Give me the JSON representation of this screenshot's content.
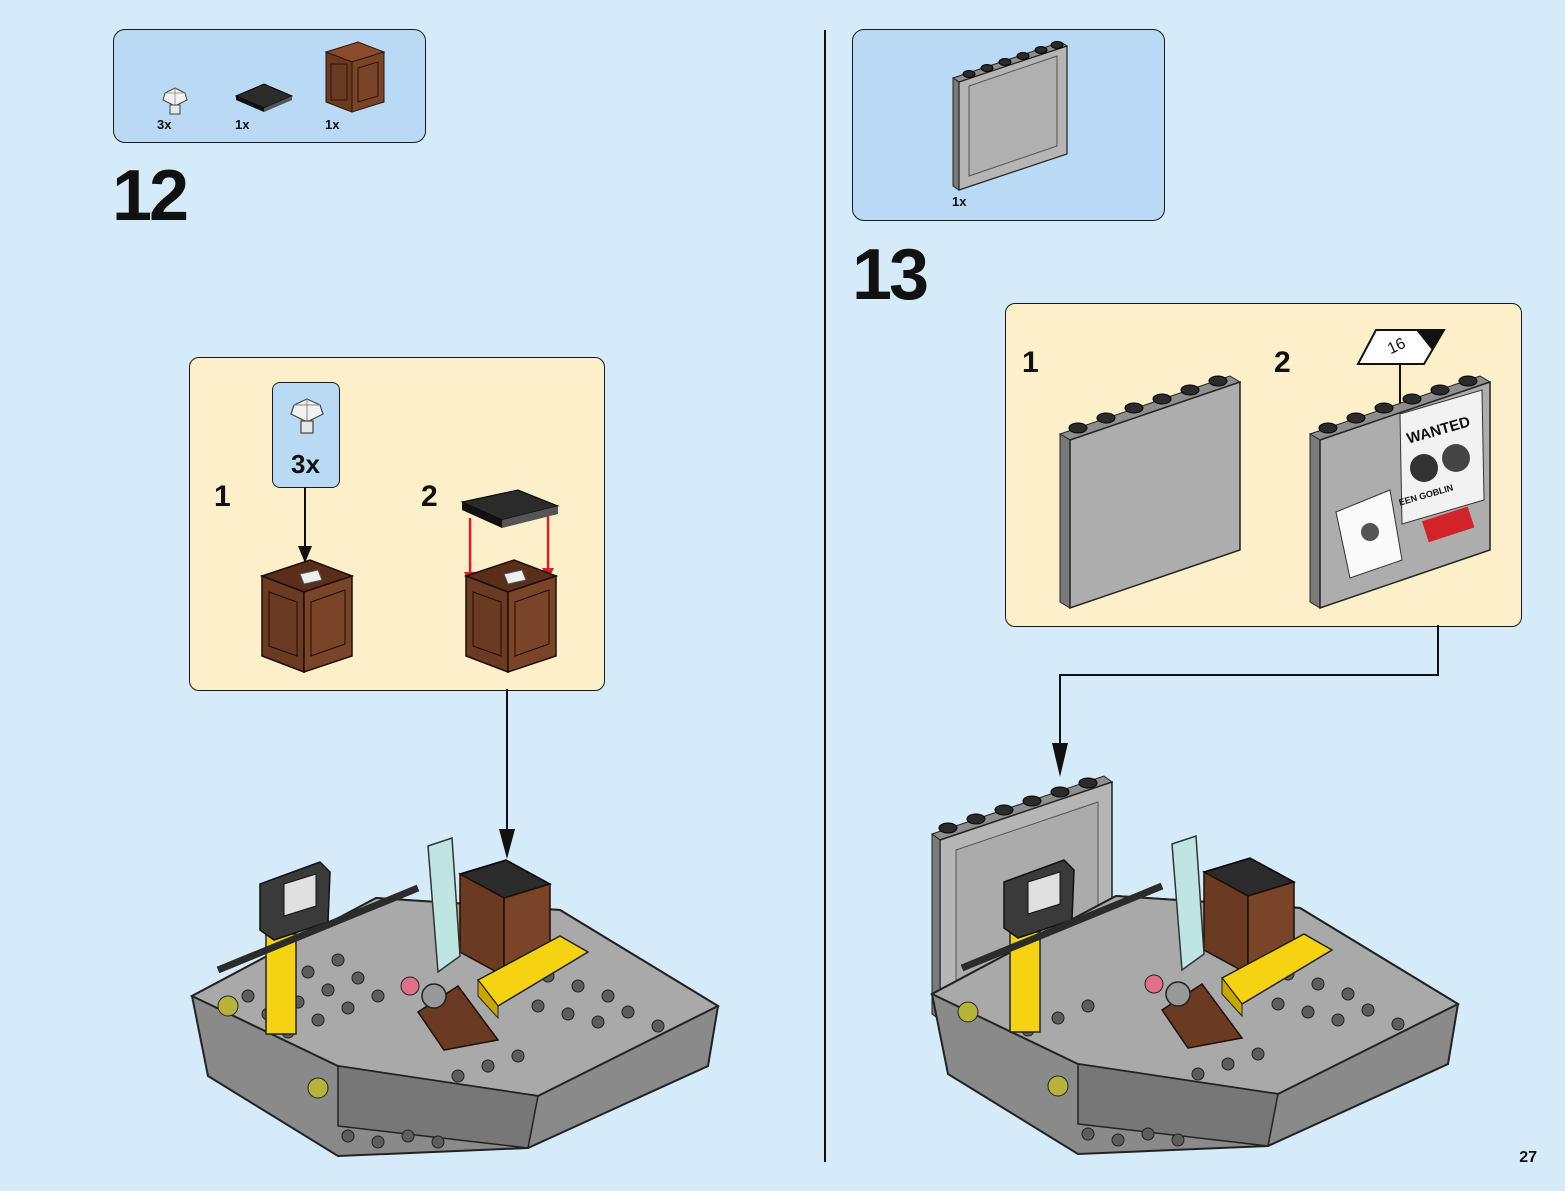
{
  "page_number": "27",
  "step12": {
    "number": "12",
    "parts": [
      {
        "qty": "3x",
        "icon": "diamond-jewel-icon"
      },
      {
        "qty": "1x",
        "icon": "black-tile-icon"
      },
      {
        "qty": "1x",
        "icon": "brown-crate-icon"
      }
    ],
    "sub_steps": [
      {
        "number": "1",
        "callout_qty": "3x"
      },
      {
        "number": "2"
      }
    ]
  },
  "step13": {
    "number": "13",
    "parts": [
      {
        "qty": "1x",
        "icon": "grey-wall-panel-icon"
      }
    ],
    "sub_steps": [
      {
        "number": "1"
      },
      {
        "number": "2",
        "sticker_number": "16",
        "poster_text": "WANTED",
        "poster_subtext": "EEN GOBLIN"
      }
    ]
  },
  "colors": {
    "background": "#d5ebf9",
    "parts_box": "#b9d9f4",
    "substep_box": "#fdefc9",
    "brown": "#6b3a22",
    "yellow": "#f5d312",
    "grey": "#a9a9a9",
    "red_arrow": "#d2232a"
  }
}
